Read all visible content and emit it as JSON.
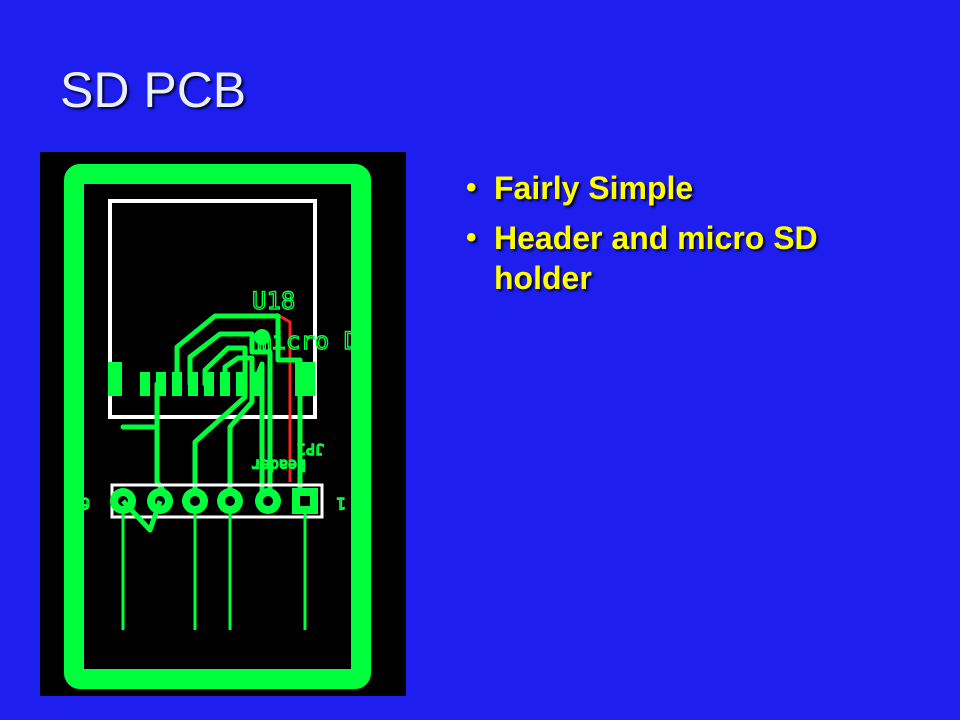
{
  "slide": {
    "title": "SD PCB",
    "bullets": [
      {
        "text": "Fairly Simple"
      },
      {
        "text": "Header and micro SD holder"
      }
    ]
  },
  "pcb": {
    "designator": "U18",
    "part_label": "micro D",
    "header_designator": "JP1",
    "header_label": "header",
    "pin_left": "6",
    "pin_right": "1",
    "colors": {
      "board": "#000000",
      "trace": "#00ff3c",
      "silkscreen": "#ffffff",
      "bottom_trace": "#ff2020"
    }
  }
}
